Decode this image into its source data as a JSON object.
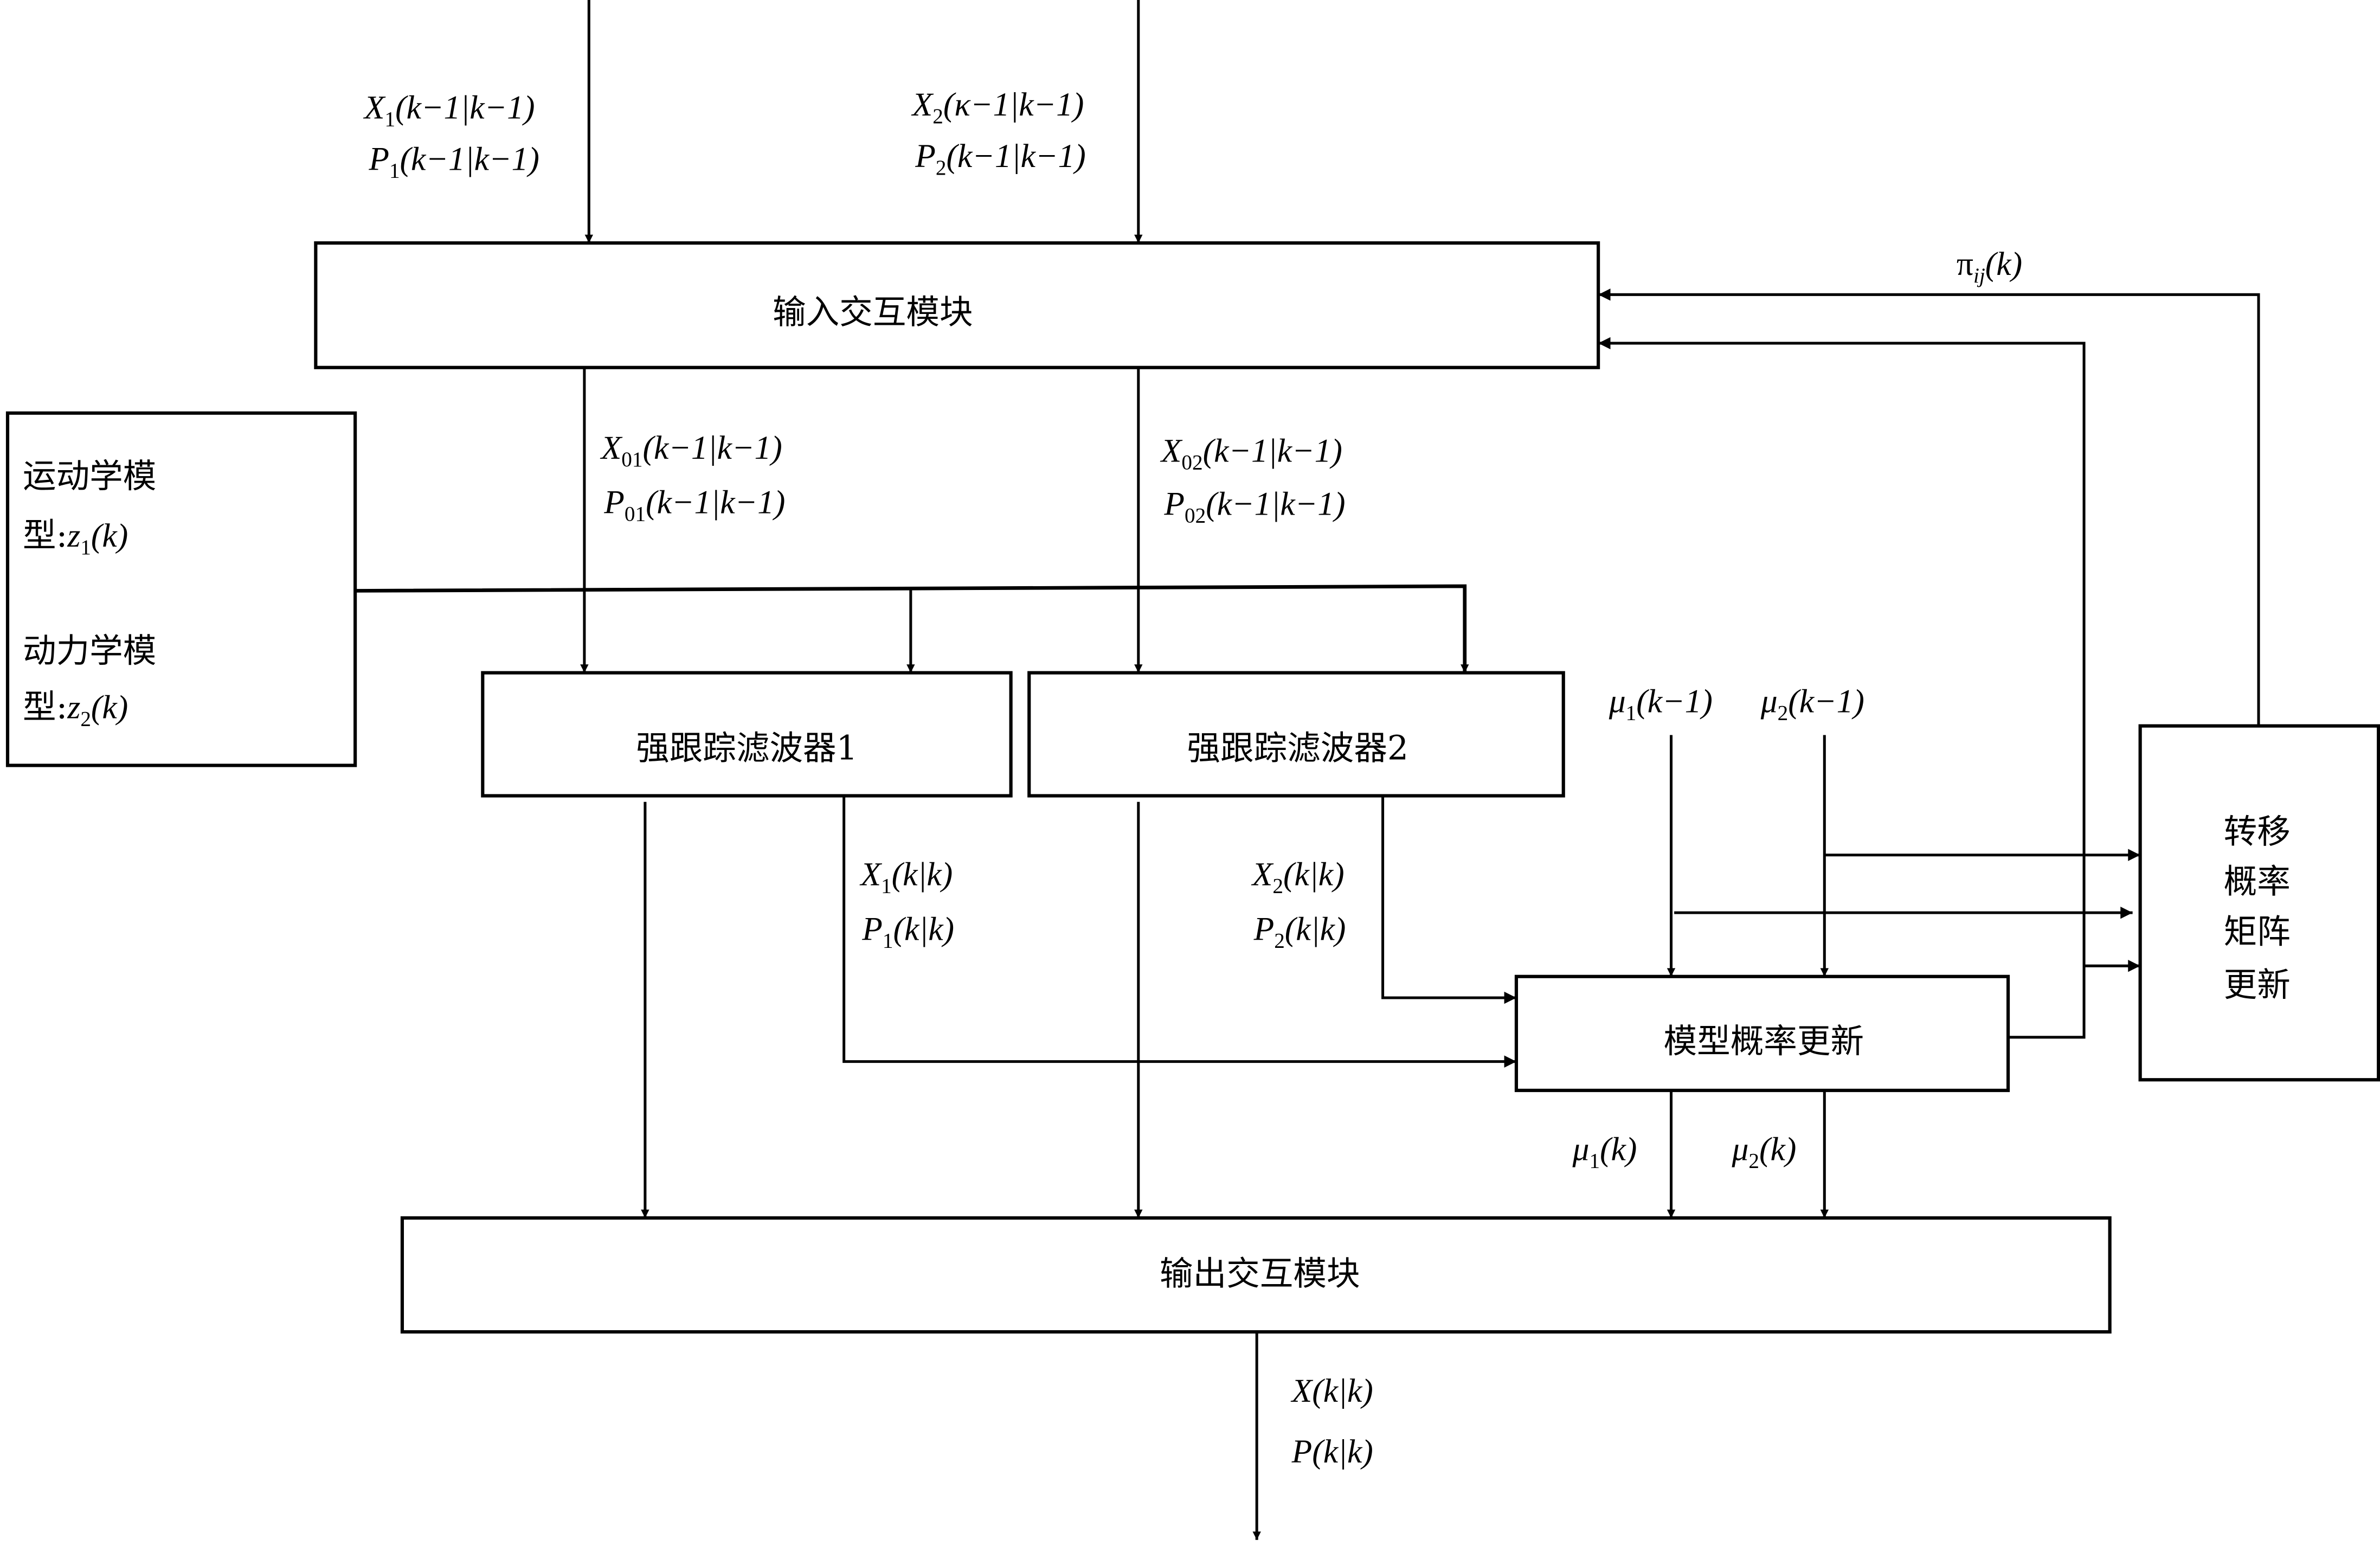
{
  "diagram": {
    "title": "IMM strong tracking filter block diagram",
    "blocks": {
      "input_interaction": "输入交互模块",
      "output_interaction": "输出交互模块",
      "filter1": "强跟踪滤波器1",
      "filter2": "强跟踪滤波器2",
      "model_prob_update": "模型概率更新",
      "transition_matrix_update": [
        "转移",
        "概率",
        "矩阵",
        "更新"
      ],
      "models": {
        "line1": "运动学模",
        "line2_prefix": "型:",
        "line2_var": "z",
        "line2_sub": "1",
        "line2_arg": "(k)",
        "line3": "动力学模",
        "line4_prefix": "型:",
        "line4_var": "z",
        "line4_sub": "2",
        "line4_arg": "(k)"
      }
    },
    "signals": {
      "in_x1": {
        "var": "X",
        "sub": "1",
        "arg": "(k−1|k−1)"
      },
      "in_p1": {
        "var": "P",
        "sub": "1",
        "arg": "(k−1|k−1)"
      },
      "in_x2": {
        "var": "X",
        "sub": "2",
        "arg": "(κ−1|k−1)"
      },
      "in_p2": {
        "var": "P",
        "sub": "2",
        "arg": "(k−1|k−1)"
      },
      "mix_x01": {
        "var": "X",
        "sub": "01",
        "arg": "(k−1|k−1)"
      },
      "mix_p01": {
        "var": "P",
        "sub": "01",
        "arg": "(k−1|k−1)"
      },
      "mix_x02": {
        "var": "X",
        "sub": "02",
        "arg": "(k−1|k−1)"
      },
      "mix_p02": {
        "var": "P",
        "sub": "02",
        "arg": "(k−1|k−1)"
      },
      "f1_x": {
        "var": "X",
        "sub": "1",
        "arg": "(k|k)"
      },
      "f1_p": {
        "var": "P",
        "sub": "1",
        "arg": "(k|k)"
      },
      "f2_x": {
        "var": "X",
        "sub": "2",
        "arg": "(k|k)"
      },
      "f2_p": {
        "var": "P",
        "sub": "2",
        "arg": "(k|k)"
      },
      "mu1_prev": {
        "var": "μ",
        "sub": "1",
        "arg": "(k−1)"
      },
      "mu2_prev": {
        "var": "μ",
        "sub": "2",
        "arg": "(k−1)"
      },
      "mu1": {
        "var": "μ",
        "sub": "1",
        "arg": "(k)"
      },
      "mu2": {
        "var": "μ",
        "sub": "2",
        "arg": "(k)"
      },
      "pi": {
        "var": "π",
        "sub": "ij",
        "arg": "(k)"
      },
      "out_x": {
        "var": "X",
        "arg": "(k|k)"
      },
      "out_p": {
        "var": "P",
        "arg": "(k|k)"
      }
    }
  }
}
